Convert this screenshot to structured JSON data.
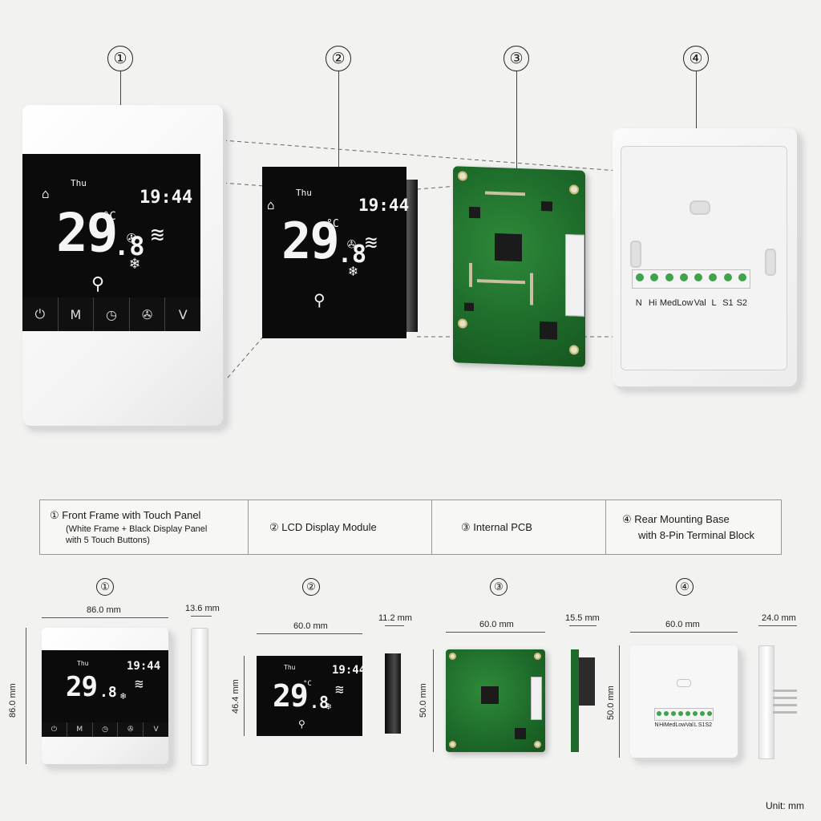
{
  "callouts": [
    "①",
    "②",
    "③",
    "④"
  ],
  "lcd": {
    "day": "Thu",
    "time": "19:44",
    "temp_main": "29",
    "temp_dec": ".8",
    "unit": "°C"
  },
  "buttons": [
    "⏻",
    "M",
    "◷",
    "✇",
    "V"
  ],
  "terminal_labels": [
    "N",
    "Hi",
    "Med",
    "Low",
    "Val",
    "L",
    "S1",
    "S2"
  ],
  "legend": [
    {
      "line1": "① Front Frame with Touch Panel",
      "line2": "(White Frame + Black Display Panel",
      "line3": "with 5 Touch Buttons)"
    },
    {
      "line1": "② LCD Display Module"
    },
    {
      "line1": "③ Internal PCB"
    },
    {
      "line1": "④ Rear Mounting Base",
      "line2": "with 8-Pin Terminal Block"
    }
  ],
  "dimensions": {
    "d1_width": "86.0 mm",
    "d1_height": "86.0 mm",
    "d1_depth": "13.6 mm",
    "d2_width": "60.0 mm",
    "d2_height": "46.4 mm",
    "d2_depth": "11.2 mm",
    "d3_width": "60.0 mm",
    "d3_height": "50.0 mm",
    "d3_depth": "15.5 mm",
    "d4_width": "60.0 mm",
    "d4_height": "50.0 mm",
    "d4_depth": "24.0 mm"
  },
  "unit_note": "Unit: mm",
  "colors": {
    "pcb_green": "#1d6a2a",
    "terminal_green": "#3ea34a",
    "frame_white": "#ffffff",
    "lcd_black": "#0b0b0b"
  }
}
